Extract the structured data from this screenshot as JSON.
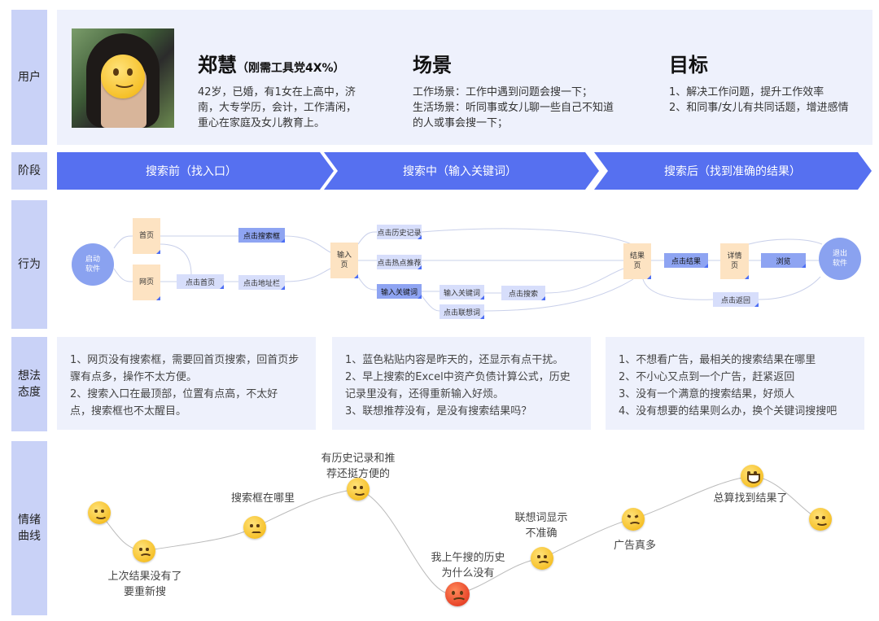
{
  "rows": {
    "user": "用户",
    "stage": "阶段",
    "behavior": "行为",
    "thoughts": [
      "想法",
      "态度"
    ],
    "emotion": [
      "情绪",
      "曲线"
    ]
  },
  "persona": {
    "name": "郑慧",
    "tag": "（刚需工具党4X%）",
    "description": "42岁，已婚，有1女在上高中，济\n南，大专学历，会计，工作清闲，\n重心在家庭及女儿教育上。",
    "scene_title": "场景",
    "scene_text": "工作场景：工作中遇到问题会搜一下；\n生活场景：听同事或女儿聊一些自己不知道\n的人或事会搜一下；",
    "goal_title": "目标",
    "goal_text": "1、解决工作问题，提升工作效率\n2、和同事/女儿有共同话题，增进感情"
  },
  "stages": [
    "搜索前（找入口）",
    "搜索中（输入关键词）",
    "搜索后（找到准确的结果）"
  ],
  "behavior": {
    "start": "启动\n软件",
    "home": "首页",
    "web": "网页",
    "click_home": "点击首页",
    "click_searchbox": "点击搜索框",
    "click_addressbar": "点击地址栏",
    "input_page": "输入\n页",
    "click_history": "点击历史记录",
    "click_hot": "点击热点推荐",
    "input_keyword": "输入关键词",
    "type_keyword": "输入关键词",
    "click_suggest": "点击联想词",
    "click_search": "点击搜索",
    "result_page": "结果\n页",
    "click_result": "点击结果",
    "detail_page": "详情\n页",
    "browse": "浏览",
    "click_back": "点击返回",
    "exit": "退出\n软件"
  },
  "thoughts": [
    "1、网页没有搜索框，需要回首页搜索，回首页步\n骤有点多，操作不太方便。\n2、搜索入口在最顶部，位置有点高，不太好\n点，搜索框也不太醒目。",
    "1、蓝色粘贴内容是昨天的，还显示有点干扰。\n2、早上搜索的Excel中资产负债计算公式，历史\n记录里没有，还得重新输入好烦。\n3、联想推荐没有，是没有搜索结果吗？",
    "1、不想看广告，最相关的搜索结果在哪里\n2、不小心又点到一个广告，赶紧返回\n3、没有一个满意的搜索结果，好烦人\n4、没有想要的结果则么办，换个关键词搜搜吧"
  ],
  "emotion_labels": {
    "e2": "上次结果没有了\n要重新搜",
    "e3": "搜索框在哪里",
    "e4": "有历史记录和推\n荐还挺方便的",
    "e5": "我上午搜的历史\n为什么没有",
    "e6": "联想词显示\n不准确",
    "e7": "广告真多",
    "e8": "总算找到结果了"
  },
  "colors": {
    "accent": "#5670f0",
    "row_label": "#c9d2f7",
    "band": "#eef1fc",
    "orange_node": "#fde3c2"
  }
}
